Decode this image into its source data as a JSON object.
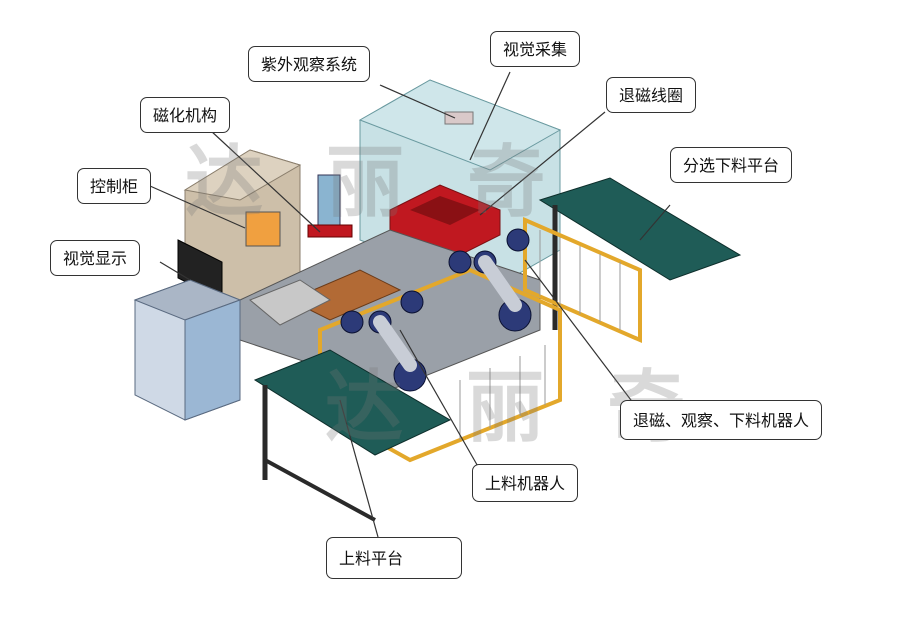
{
  "labels": {
    "uv_system": "紫外观察系统",
    "vision_capture": "视觉采集",
    "demag_coil": "退磁线圈",
    "magnetizing": "磁化机构",
    "sorting_platform": "分选下料平台",
    "control_cabinet": "控制柜",
    "vision_display": "视觉显示",
    "demag_robot": "退磁、观察、下料机器人",
    "loading_robot": "上料机器人",
    "loading_platform": "上料平台"
  },
  "watermark": "达 丽 奇",
  "colors": {
    "cabinet": "#cdbfa9",
    "glass": "#b6d7dc",
    "table_top": "#1f5c57",
    "fence": "#e3a82b",
    "coil": "#c01820",
    "robot": "#2c3a78",
    "frame": "#2a2a2a"
  }
}
